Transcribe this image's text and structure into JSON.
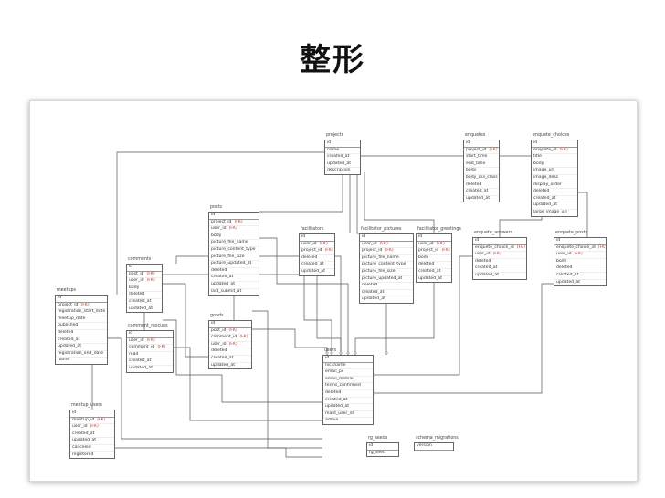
{
  "title": "整形",
  "tables": [
    {
      "name": "projects",
      "columns": [
        {
          "n": "id"
        },
        {
          "n": "name"
        },
        {
          "n": "created_at"
        },
        {
          "n": "updated_at"
        },
        {
          "n": "description"
        }
      ]
    },
    {
      "name": "enquetes",
      "columns": [
        {
          "n": "id"
        },
        {
          "n": "project_id",
          "fk": true
        },
        {
          "n": "start_time"
        },
        {
          "n": "end_time"
        },
        {
          "n": "body"
        },
        {
          "n": "body_css_class"
        },
        {
          "n": "deleted"
        },
        {
          "n": "created_at"
        },
        {
          "n": "updated_at"
        }
      ]
    },
    {
      "name": "enquete_choices",
      "columns": [
        {
          "n": "id"
        },
        {
          "n": "enquete_id",
          "fk": true
        },
        {
          "n": "title"
        },
        {
          "n": "body"
        },
        {
          "n": "image_url"
        },
        {
          "n": "image_desc"
        },
        {
          "n": "display_order"
        },
        {
          "n": "deleted"
        },
        {
          "n": "created_at"
        },
        {
          "n": "updated_at"
        },
        {
          "n": "large_image_url"
        }
      ]
    },
    {
      "name": "posts",
      "columns": [
        {
          "n": "id"
        },
        {
          "n": "project_id",
          "fk": true
        },
        {
          "n": "user_id",
          "fk": true
        },
        {
          "n": "body"
        },
        {
          "n": "picture_file_name"
        },
        {
          "n": "picture_content_type"
        },
        {
          "n": "picture_file_size"
        },
        {
          "n": "picture_updated_at"
        },
        {
          "n": "deleted"
        },
        {
          "n": "created_at"
        },
        {
          "n": "updated_at"
        },
        {
          "n": "last_submit_at"
        }
      ]
    },
    {
      "name": "facilitators",
      "columns": [
        {
          "n": "id"
        },
        {
          "n": "user_id",
          "fk": true
        },
        {
          "n": "project_id",
          "fk": true
        },
        {
          "n": "deleted"
        },
        {
          "n": "created_at"
        },
        {
          "n": "updated_at"
        }
      ]
    },
    {
      "name": "facilitator_pictures",
      "columns": [
        {
          "n": "id"
        },
        {
          "n": "user_id",
          "fk": true
        },
        {
          "n": "project_id",
          "fk": true
        },
        {
          "n": "picture_file_name"
        },
        {
          "n": "picture_content_type"
        },
        {
          "n": "picture_file_size"
        },
        {
          "n": "picture_updated_at"
        },
        {
          "n": "deleted"
        },
        {
          "n": "created_at"
        },
        {
          "n": "updated_at"
        }
      ]
    },
    {
      "name": "facilitator_greetings",
      "columns": [
        {
          "n": "id"
        },
        {
          "n": "user_id",
          "fk": true
        },
        {
          "n": "project_id",
          "fk": true
        },
        {
          "n": "body"
        },
        {
          "n": "deleted"
        },
        {
          "n": "created_at"
        },
        {
          "n": "updated_at"
        }
      ]
    },
    {
      "name": "enquete_answers",
      "columns": [
        {
          "n": "id"
        },
        {
          "n": "enquete_choice_id",
          "fk": true
        },
        {
          "n": "user_id",
          "fk": true
        },
        {
          "n": "deleted"
        },
        {
          "n": "created_at"
        },
        {
          "n": "updated_at"
        }
      ]
    },
    {
      "name": "enquete_posts",
      "columns": [
        {
          "n": "id"
        },
        {
          "n": "enquete_choice_id",
          "fk": true
        },
        {
          "n": "user_id",
          "fk": true
        },
        {
          "n": "body"
        },
        {
          "n": "deleted"
        },
        {
          "n": "created_at"
        },
        {
          "n": "updated_at"
        }
      ]
    },
    {
      "name": "comments",
      "columns": [
        {
          "n": "id"
        },
        {
          "n": "post_id",
          "fk": true
        },
        {
          "n": "user_id",
          "fk": true
        },
        {
          "n": "body"
        },
        {
          "n": "deleted"
        },
        {
          "n": "created_at"
        },
        {
          "n": "updated_at"
        }
      ]
    },
    {
      "name": "meetups",
      "columns": [
        {
          "n": "id"
        },
        {
          "n": "project_id",
          "fk": true
        },
        {
          "n": "registration_start_date"
        },
        {
          "n": "meetup_date"
        },
        {
          "n": "published"
        },
        {
          "n": "deleted"
        },
        {
          "n": "created_at"
        },
        {
          "n": "updated_at"
        },
        {
          "n": "registration_end_date"
        },
        {
          "n": "name"
        }
      ]
    },
    {
      "name": "comment_rescues",
      "columns": [
        {
          "n": "id"
        },
        {
          "n": "user_id",
          "fk": true
        },
        {
          "n": "comment_id",
          "fk": true
        },
        {
          "n": "read"
        },
        {
          "n": "created_at"
        },
        {
          "n": "updated_at"
        }
      ]
    },
    {
      "name": "goods",
      "columns": [
        {
          "n": "id"
        },
        {
          "n": "post_id",
          "fk": true
        },
        {
          "n": "comment_id",
          "fk": true
        },
        {
          "n": "user_id",
          "fk": true
        },
        {
          "n": "deleted"
        },
        {
          "n": "created_at"
        },
        {
          "n": "updated_at"
        }
      ]
    },
    {
      "name": "users",
      "columns": [
        {
          "n": "id"
        },
        {
          "n": "nickname"
        },
        {
          "n": "email_pc"
        },
        {
          "n": "email_mobile"
        },
        {
          "n": "terms_confirmed"
        },
        {
          "n": "deleted"
        },
        {
          "n": "created_at"
        },
        {
          "n": "updated_at"
        },
        {
          "n": "mant_user_id"
        },
        {
          "n": "admin"
        }
      ]
    },
    {
      "name": "meetup_users",
      "columns": [
        {
          "n": "id"
        },
        {
          "n": "meetup_id",
          "fk": true
        },
        {
          "n": "user_id",
          "fk": true
        },
        {
          "n": "created_at"
        },
        {
          "n": "updated_at"
        },
        {
          "n": "canceled"
        },
        {
          "n": "registered"
        }
      ]
    },
    {
      "name": "rg_seeds",
      "columns": [
        {
          "n": "id"
        },
        {
          "n": "rg_seed"
        }
      ]
    },
    {
      "name": "schema_migrations",
      "columns": [
        {
          "n": "version"
        }
      ]
    }
  ],
  "fk_label": "(FK)"
}
